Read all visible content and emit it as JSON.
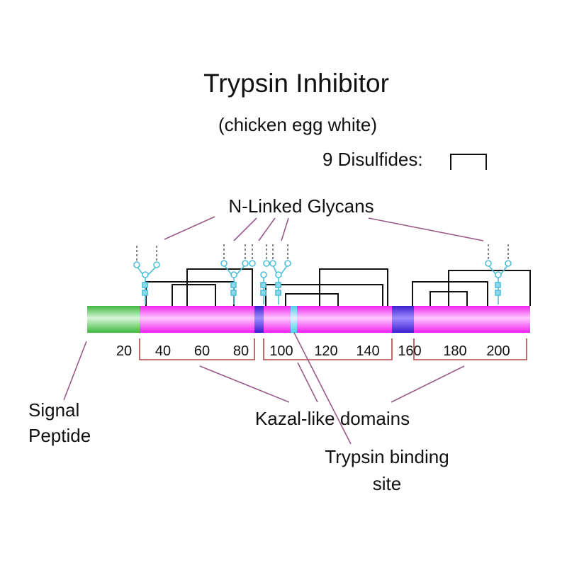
{
  "title": "Trypsin Inhibitor",
  "subtitle": "(chicken egg white)",
  "legend": {
    "disulfides": "9 Disulfides:"
  },
  "labels": {
    "glycans": "N-Linked Glycans",
    "signal_line1": "Signal",
    "signal_line2": "Peptide",
    "kazal": "Kazal-like domains",
    "trypsin_line1": "Trypsin binding",
    "trypsin_line2": "site"
  },
  "ticks": [
    "20",
    "40",
    "60",
    "80",
    "100",
    "120",
    "140",
    "160",
    "180",
    "200"
  ],
  "colors": {
    "signal": "#3db83d",
    "chain": "#ee22ee",
    "linker": "#3a1fd0",
    "glycan": "#4fc0d8",
    "domain_bracket": "#b04848",
    "leader": "#9a5a88",
    "bond": "#111111"
  }
}
